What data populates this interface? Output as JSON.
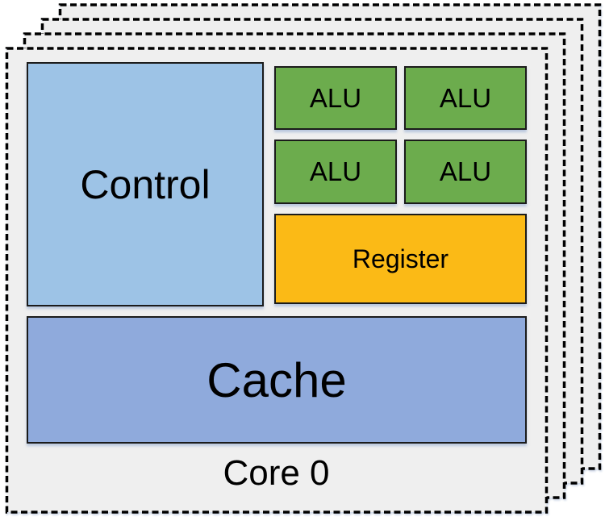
{
  "diagram": {
    "stacked_cards_visible": 4,
    "core_label": "Core 0",
    "blocks": {
      "control": {
        "label": "Control",
        "color": "#9DC3E6"
      },
      "alus": {
        "label": "ALU",
        "count": 4,
        "color": "#6CAC4D"
      },
      "register": {
        "label": "Register",
        "color": "#FBBA16"
      },
      "cache": {
        "label": "Cache",
        "color": "#8FAADC"
      }
    },
    "card": {
      "background": "#EFEFEF",
      "border_color": "#000000",
      "border_style": "dashed"
    }
  }
}
